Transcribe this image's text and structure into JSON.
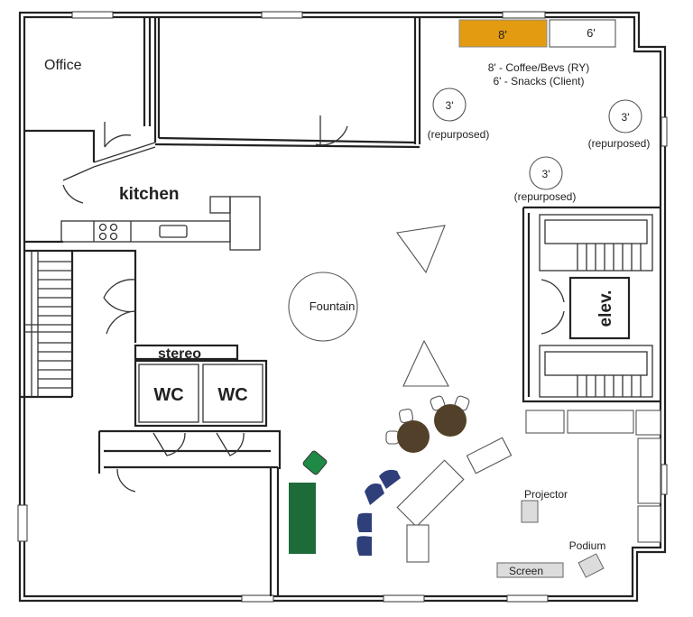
{
  "rooms": {
    "office": "Office",
    "kitchen": "kitchen",
    "stereo": "stereo",
    "wc1": "WC",
    "wc2": "WC",
    "elevator": "elev.",
    "fountain": "Fountain"
  },
  "tables": {
    "coffee_table": "8'",
    "snacks_table": "6'",
    "legend": [
      "8' - Coffee/Bevs (RY)",
      "6' - Snacks (Client)"
    ],
    "round_tables": [
      {
        "size": "3'",
        "note": "(repurposed)"
      },
      {
        "size": "3'",
        "note": "(repurposed)"
      },
      {
        "size": "3'",
        "note": "(repurposed)"
      }
    ]
  },
  "equipment": {
    "projector": "Projector",
    "podium": "Podium",
    "screen": "Screen"
  },
  "colors": {
    "coffee_table": "#E39B12",
    "green_sofa": "#1E6B3A",
    "green_chair": "#1E8A45",
    "blue_seats": "#2E3F7A",
    "cafe_tables": "#52402A",
    "equipment_gray": "#DCDCDC"
  }
}
